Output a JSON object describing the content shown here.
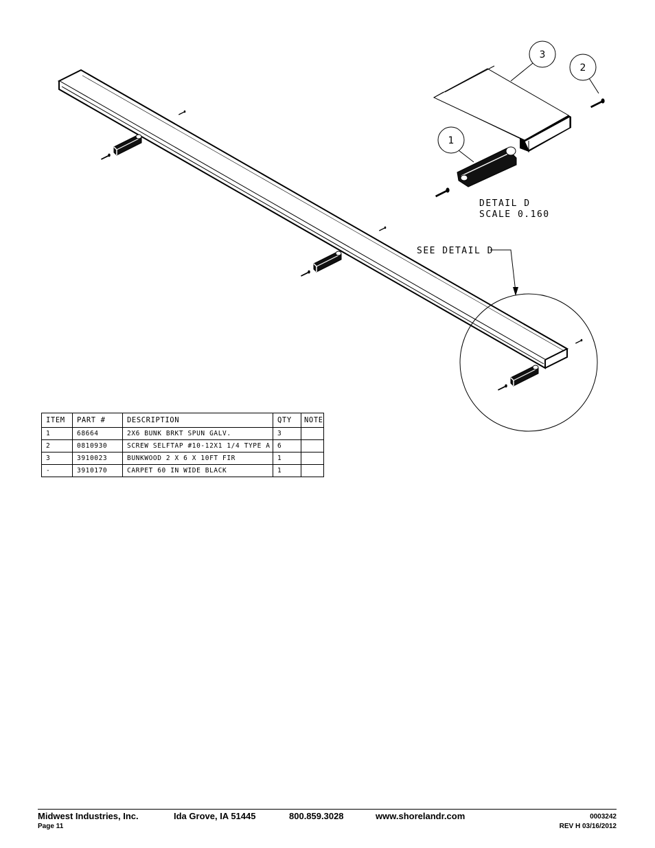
{
  "detail": {
    "title": "DETAIL  D",
    "scale": "SCALE  0.160",
    "callout": "SEE DETAIL  D"
  },
  "balloons": [
    "1",
    "2",
    "3"
  ],
  "bom": {
    "headers": [
      "ITEM",
      "PART #",
      "DESCRIPTION",
      "QTY",
      "NOTE"
    ],
    "rows": [
      {
        "item": "1",
        "part": "68664",
        "description": "2X6 BUNK BRKT SPUN GALV.",
        "qty": "3",
        "note": ""
      },
      {
        "item": "2",
        "part": "0810930",
        "description": "SCREW SELFTAP #10-12X1 1/4 TYPE A",
        "qty": "6",
        "note": ""
      },
      {
        "item": "3",
        "part": "3910023",
        "description": "BUNKWOOD   2 X 6 X 10FT FIR",
        "qty": "1",
        "note": ""
      },
      {
        "item": "-",
        "part": "3910170",
        "description": "CARPET 60 IN WIDE BLACK",
        "qty": "1",
        "note": ""
      }
    ]
  },
  "footer": {
    "company": "Midwest Industries, Inc.",
    "location": "Ida Grove, IA  51445",
    "phone": "800.859.3028",
    "website": "www.shorelandr.com",
    "page": "Page 11",
    "doc_number": "0003242",
    "revision": "REV H  03/16/2012"
  }
}
